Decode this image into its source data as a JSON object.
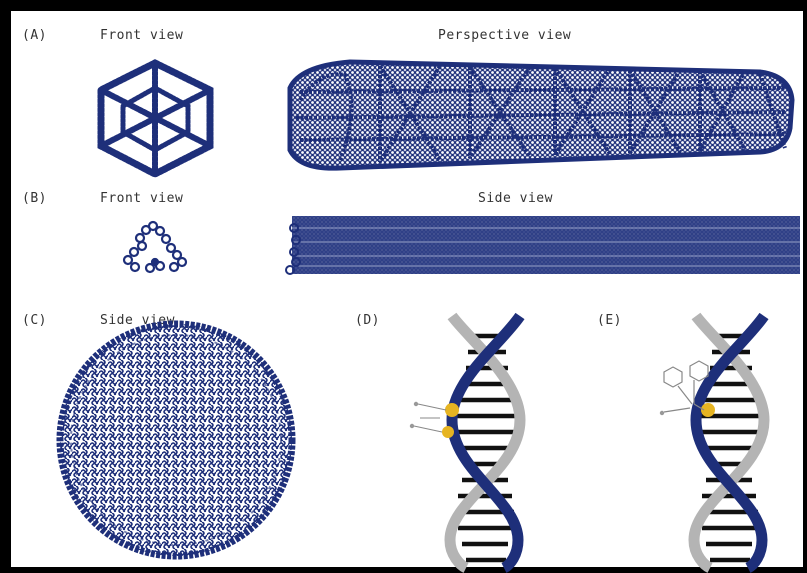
{
  "figure": {
    "panels": [
      {
        "tag": "(A)",
        "views": [
          "Front view",
          "Perspective view"
        ],
        "shape": "hexagonal DNA nanotube"
      },
      {
        "tag": "(B)",
        "views": [
          "Front view",
          "Side view"
        ],
        "shape": "triangular DNA nanotube"
      },
      {
        "tag": "(C)",
        "views": [
          "Side view"
        ],
        "shape": "spherical DNA cage"
      },
      {
        "tag": "(D)",
        "views": [],
        "shape": "DNA double helix with bound ligand"
      },
      {
        "tag": "(E)",
        "views": [],
        "shape": "DNA double helix with bound ligand"
      }
    ],
    "colors": {
      "strand_blue": "#1e2f7a",
      "strand_grey": "#b4b4b4",
      "ligand_gold": "#e6b422",
      "border": "#000000"
    }
  }
}
